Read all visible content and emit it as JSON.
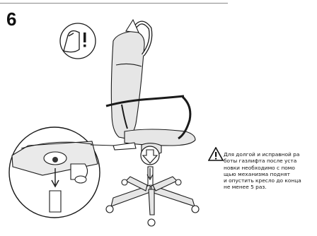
{
  "step": {
    "number": "6"
  },
  "caution": {
    "icon": "warning-triangle-icon",
    "lines": [
      "Для долгой и исправной ра",
      "боты газлифта после уста",
      "новки необходимо с помо",
      "щью механизма поднят",
      "и опустить кресло до конца",
      "не менее 5 раз."
    ]
  },
  "icons": {
    "hand": "press-hand-icon",
    "rotate": "rotate-arrow-icon",
    "push": "push-down-arrow-icon"
  },
  "colors": {
    "line": "#1a1a1a",
    "fill": "#e6e6e6",
    "rule": "#8a8a8a"
  }
}
